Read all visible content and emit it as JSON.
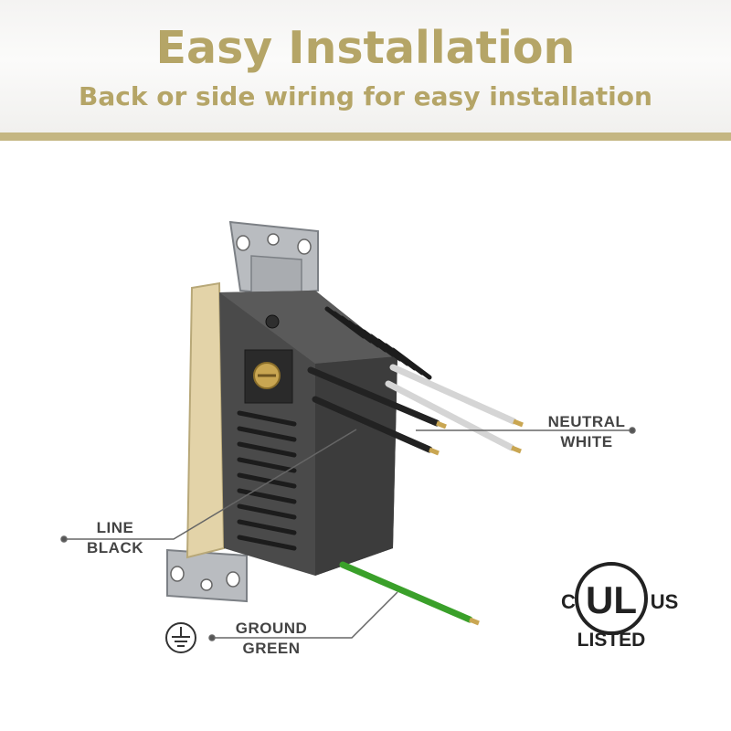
{
  "header": {
    "title": "Easy Installation",
    "subtitle": "Back or side wiring for easy installation"
  },
  "callouts": {
    "neutral": {
      "line1": "NEUTRAL",
      "line2": "WHITE"
    },
    "line": {
      "line1": "LINE",
      "line2": "BLACK"
    },
    "ground": {
      "line1": "GROUND",
      "line2": "GREEN"
    }
  },
  "certification": {
    "left": "C",
    "mark": "UL",
    "right": "US",
    "bottom": "LISTED"
  },
  "icons": [
    "ground-symbol-icon",
    "ul-listed-logo-icon"
  ],
  "colors": {
    "accent": "#b5a567",
    "rule": "#c4b682",
    "label": "#444444"
  }
}
